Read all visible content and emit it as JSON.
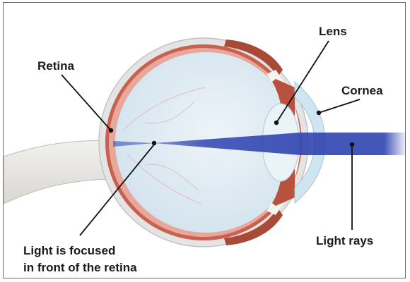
{
  "labels": {
    "retina": "Retina",
    "lens": "Lens",
    "cornea": "Cornea",
    "light_rays": "Light rays",
    "focus_line1": "Light is focused",
    "focus_line2": "in front of the retina"
  },
  "colors": {
    "sclera": "#e4e4e4",
    "choroid": "#c9614f",
    "retina_tissue": "#e8a79b",
    "vitreous": "#dce9f2",
    "optic_nerve": "#e8e7e4",
    "iris": "#b8523f",
    "lens": "#e9f3f8",
    "cornea": "#cfe5ef",
    "light_beam": "#2f43b0",
    "leader_line": "#111111"
  }
}
